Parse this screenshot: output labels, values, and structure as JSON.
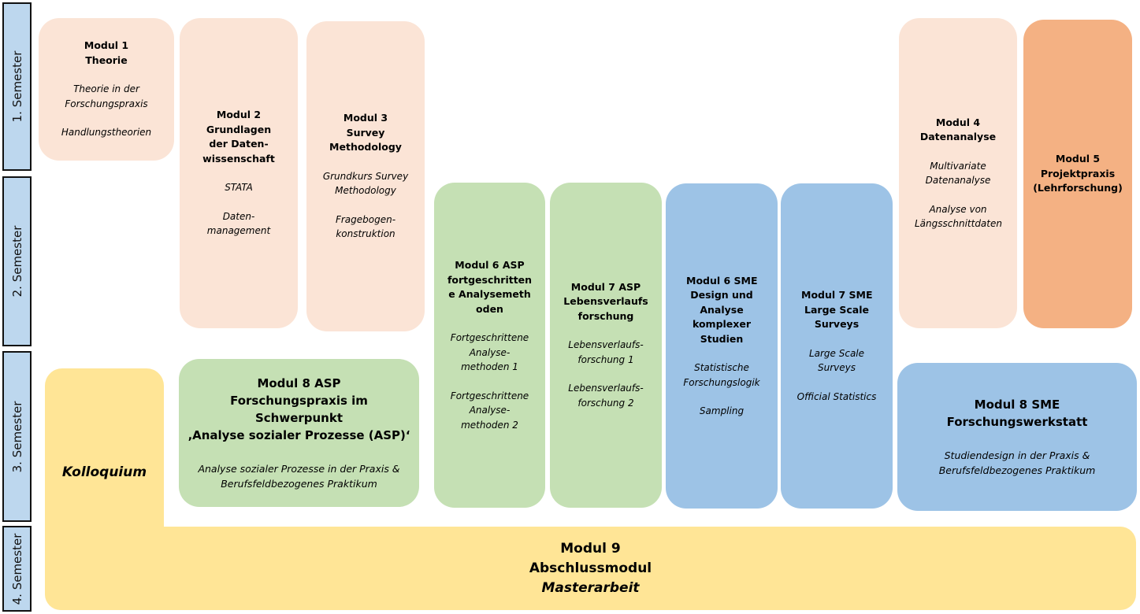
{
  "semesters": [
    "1. Semester",
    "2. Semester",
    "3. Semester",
    "4. Semester"
  ],
  "colors": {
    "semester_label": "#bdd7ee",
    "core_modules": "#fbe4d6",
    "project_module": "#f4b183",
    "asp_track": "#c5e0b4",
    "sme_track": "#9dc3e6",
    "final_module": "#ffe596"
  },
  "modules": {
    "m1": {
      "title": [
        "Modul 1",
        "Theorie"
      ],
      "courses": [
        "Theorie in der Forschungspraxis",
        "Handlungstheorien"
      ]
    },
    "m2": {
      "title": [
        "Modul 2",
        "Grundlagen der Daten-wissenschaft"
      ],
      "courses": [
        "STATA",
        "Daten-management"
      ]
    },
    "m3": {
      "title": [
        "Modul 3",
        "Survey Methodology"
      ],
      "courses": [
        "Grundkurs Survey Methodology",
        "Fragebogen-konstruktion"
      ]
    },
    "m4": {
      "title": [
        "Modul 4",
        "Datenanalyse"
      ],
      "courses": [
        "Multivariate Datenanalyse",
        "Analyse von Längsschnittdaten"
      ]
    },
    "m5": {
      "title": [
        "Modul 5",
        "Projektpraxis",
        "(Lehrforschung)"
      ],
      "courses": []
    },
    "m6asp": {
      "title": [
        "Modul 6 ASP",
        "fortgeschrittene Analysemethoden"
      ],
      "courses": [
        "Fortgeschrittene Analyse-methoden 1",
        "Fortgeschrittene Analyse-methoden 2"
      ]
    },
    "m7asp": {
      "title": [
        "Modul 7 ASP",
        "Lebensverlaufsforschung"
      ],
      "courses": [
        "Lebensverlaufs-forschung 1",
        "Lebensverlaufs-forschung 2"
      ]
    },
    "m6sme": {
      "title": [
        "Modul 6 SME",
        "Design und Analyse komplexer Studien"
      ],
      "courses": [
        "Statistische Forschungslogik",
        "Sampling"
      ]
    },
    "m7sme": {
      "title": [
        "Modul 7 SME",
        "Large Scale Surveys"
      ],
      "courses": [
        "Large Scale Surveys",
        "Official Statistics"
      ]
    },
    "m8asp": {
      "title": [
        "Modul 8 ASP",
        "Forschungspraxis im Schwerpunkt",
        "‚Analyse sozialer Prozesse (ASP)‘"
      ],
      "courses": [
        "Analyse sozialer Prozesse in der Praxis & Berufsfeldbezogenes Praktikum"
      ]
    },
    "m8sme": {
      "title": [
        "Modul 8 SME",
        "Forschungswerkstatt"
      ],
      "courses": [
        "Studiendesign in der Praxis & Berufsfeldbezogenes Praktikum"
      ]
    },
    "kolloquium": {
      "label": "Kolloquium"
    },
    "m9": {
      "title": [
        "Modul 9",
        "Abschlussmodul"
      ],
      "subtitle": "Masterarbeit"
    }
  }
}
